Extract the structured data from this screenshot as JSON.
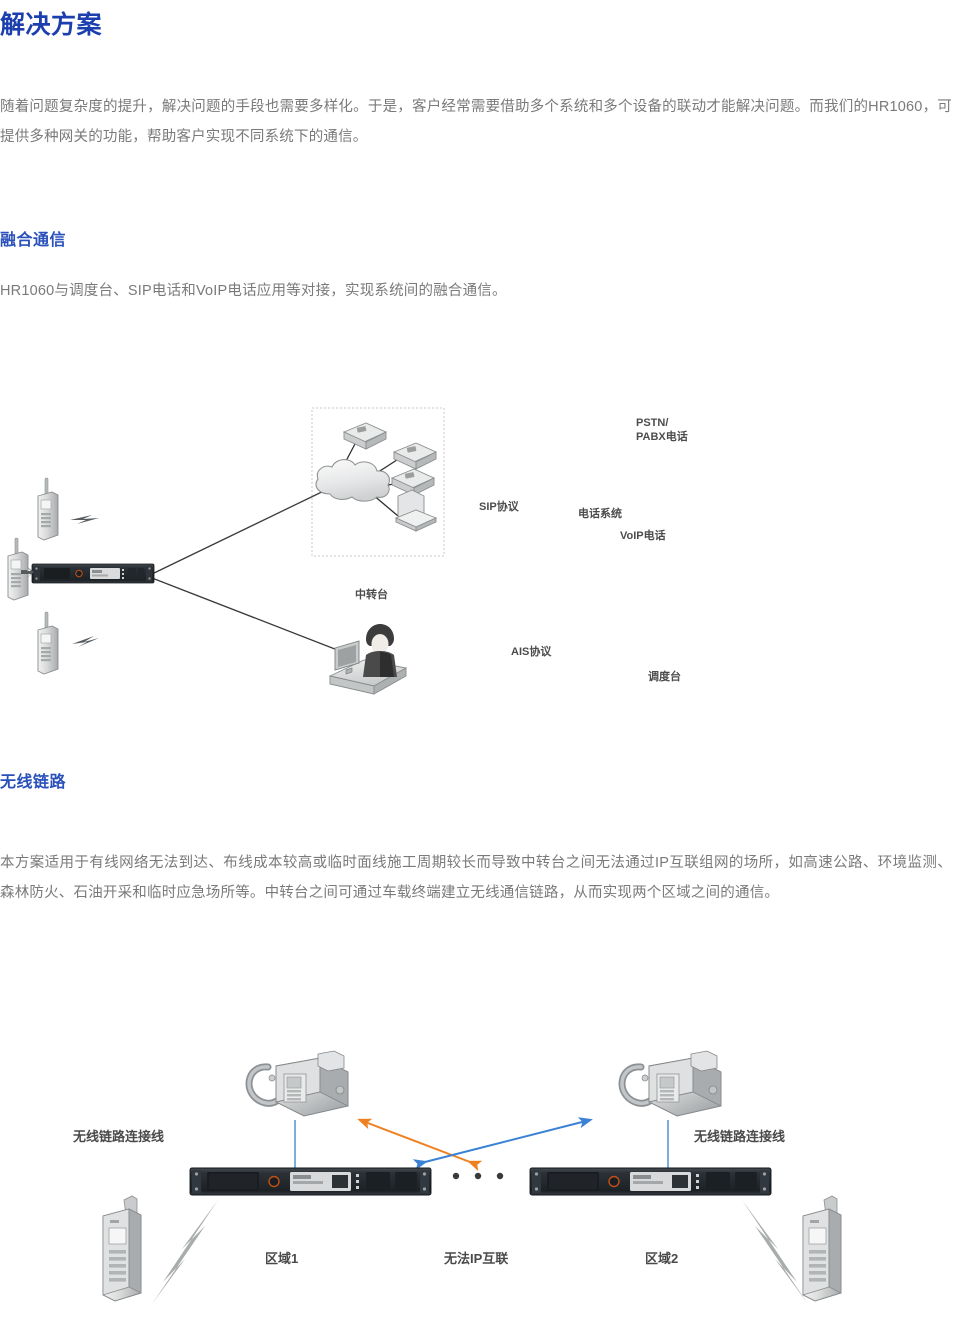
{
  "page": {
    "title": "解决方案",
    "intro": "随着问题复杂度的提升，解决问题的手段也需要多样化。于是，客户经常需要借助多个系统和多个设备的联动才能解决问题。而我们的HR1060，可提供多种网关的功能，帮助客户实现不同系统下的通信。"
  },
  "colors": {
    "heading": "#1c3faf",
    "subheading": "#2a51bb",
    "body": "#7a7a7a",
    "arrow_orange": "#ef8022",
    "arrow_blue": "#3b82d6",
    "link_line": "#5b9bd5",
    "device_dark": "#262b30",
    "device_gray": "#b9bcbe",
    "bolt_gray": "#a9acad"
  },
  "sections": [
    {
      "id": "fusion",
      "heading": "融合通信",
      "body": "HR1060与调度台、SIP电话和VoIP电话应用等对接，实现系统间的融合通信。",
      "diagram": {
        "name": "fusion-communication-diagram",
        "labels": {
          "pstn_pabx": "PSTN/",
          "pstn_pabx2": "PABX电话",
          "phone_system": "电话系统",
          "voip_phone": "VoIP电话",
          "sip_protocol": "SIP协议",
          "ais_protocol": "AIS协议",
          "repeater": "中转台",
          "dispatcher": "调度台"
        },
        "nodes": [
          {
            "name": "handheld-radio-top",
            "label": ""
          },
          {
            "name": "handheld-radio-mid",
            "label": ""
          },
          {
            "name": "handheld-radio-bottom",
            "label": ""
          },
          {
            "name": "repeater-rack",
            "label": "中转台"
          },
          {
            "name": "telephone-cloud",
            "label": "电话系统"
          },
          {
            "name": "desk-phone-1",
            "label": ""
          },
          {
            "name": "desk-phone-2",
            "label": ""
          },
          {
            "name": "desk-phone-3",
            "label": ""
          },
          {
            "name": "voip-laptop",
            "label": "VoIP电话"
          },
          {
            "name": "dispatcher-console",
            "label": "调度台"
          }
        ]
      }
    },
    {
      "id": "wireless",
      "heading": "无线链路",
      "body": "本方案适用于有线网络无法到达、布线成本较高或临时面线施工周期较长而导致中转台之间无法通过IP互联组网的场所，如高速公路、环境监测、森林防火、石油开采和临时应急场所等。中转台之间可通过车载终端建立无线通信链路，从而实现两个区域之间的通信。",
      "diagram": {
        "name": "wireless-link-diagram",
        "labels": {
          "link_cable_left": "无线链路连接线",
          "link_cable_right": "无线链路连接线",
          "zone_left": "区域1",
          "zone_right": "区域2",
          "no_ip": "无法IP互联",
          "ellipsis": "• • •"
        },
        "nodes": [
          {
            "name": "mobile-radio-left",
            "label": ""
          },
          {
            "name": "mobile-radio-right",
            "label": ""
          },
          {
            "name": "repeater-rack-left",
            "label": "区域1"
          },
          {
            "name": "repeater-rack-right",
            "label": "区域2"
          },
          {
            "name": "handheld-radio-left",
            "label": ""
          },
          {
            "name": "handheld-radio-right",
            "label": ""
          }
        ]
      }
    }
  ]
}
